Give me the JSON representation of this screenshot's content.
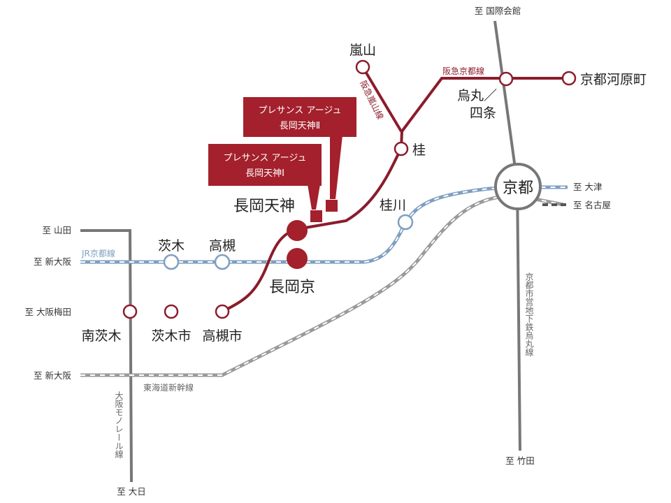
{
  "colors": {
    "hankyu": "#8b1c2c",
    "jr": "#7f9fc0",
    "gray_line": "#777777",
    "property": "#a3202c"
  },
  "properties": {
    "p2_line1": "プレサンス アージュ",
    "p2_line2": "長岡天神Ⅱ",
    "p1_line1": "プレサンス アージュ",
    "p1_line2": "長岡天神Ⅰ"
  },
  "stations": {
    "arashiyama": "嵐山",
    "katsura": "桂",
    "karasuma": "烏丸／",
    "shijo": "四条",
    "kawaramachi": "京都河原町",
    "kyoto": "京都",
    "katsuragawa": "桂川",
    "nagaoka_tenjin": "長岡天神",
    "nagaokakyo": "長岡京",
    "ibaraki": "茨木",
    "takatsuki": "高槻",
    "minami_ibaraki": "南茨木",
    "ibaraki_shi": "茨木市",
    "takatsuki_shi": "高槻市"
  },
  "lines": {
    "hankyu_kyoto": "阪急京都線",
    "hankyu_arashiyama": "阪急嵐山線",
    "jr_kyoto": "JR京都線",
    "tokaido_shinkansen": "東海道新幹線",
    "karasuma_subway": "京都市営地下鉄烏丸線",
    "osaka_monorail": "大阪モノレール線"
  },
  "destinations": {
    "kokusai_kaikan": "至 国際会館",
    "otsu": "至 大津",
    "nagoya": "至 名古屋",
    "takeda": "至 竹田",
    "yamada": "至 山田",
    "shin_osaka_jr": "至 新大阪",
    "osaka_umeda": "至 大阪梅田",
    "shin_osaka_shinkansen": "至 新大阪",
    "dainichi": "至 大日"
  }
}
